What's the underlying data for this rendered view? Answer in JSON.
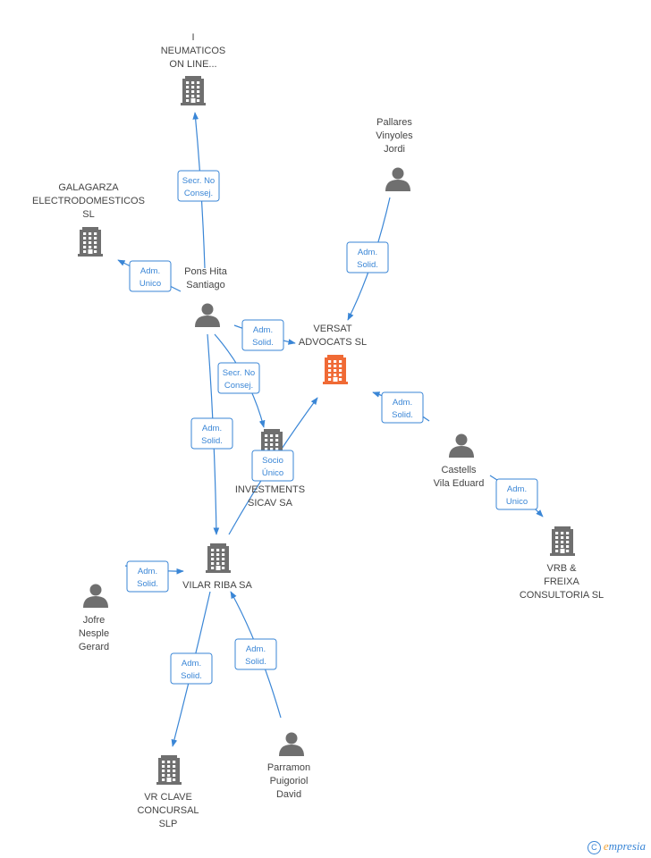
{
  "nodes": {
    "neumaticos": {
      "lines": [
        "I",
        "NEUMATICOS",
        "ON LINE..."
      ],
      "kind": "company"
    },
    "galagarza": {
      "lines": [
        "GALAGARZA",
        "ELECTRODOMESTICOS",
        "SL"
      ],
      "kind": "company"
    },
    "pallares": {
      "lines": [
        "Pallares",
        "Vinyoles",
        "Jordi"
      ],
      "kind": "person"
    },
    "pons": {
      "lines": [
        "Pons Hita",
        "Santiago"
      ],
      "kind": "person"
    },
    "versat": {
      "lines": [
        "VERSAT",
        "ADVOCATS SL"
      ],
      "kind": "company-main"
    },
    "investments": {
      "lines": [
        "INVESTMENTS",
        "SICAV SA"
      ],
      "kind": "company"
    },
    "castells": {
      "lines": [
        "Castells",
        "Vila Eduard"
      ],
      "kind": "person"
    },
    "vrb": {
      "lines": [
        "VRB &",
        "FREIXA",
        "CONSULTORIA SL"
      ],
      "kind": "company"
    },
    "vilar": {
      "lines": [
        "VILAR RIBA SA"
      ],
      "kind": "company"
    },
    "jofre": {
      "lines": [
        "Jofre",
        "Nesple",
        "Gerard"
      ],
      "kind": "person"
    },
    "vrclave": {
      "lines": [
        "VR CLAVE",
        "CONCURSAL",
        "SLP"
      ],
      "kind": "company"
    },
    "parramon": {
      "lines": [
        "Parramon",
        "Puigoriol",
        "David"
      ],
      "kind": "person"
    }
  },
  "edges": [
    {
      "from": "pons",
      "to": "neumaticos",
      "label": [
        "Secr. No",
        "Consej."
      ]
    },
    {
      "from": "pons",
      "to": "galagarza",
      "label": [
        "Adm.",
        "Unico"
      ]
    },
    {
      "from": "pallares",
      "to": "versat",
      "label": [
        "Adm.",
        "Solid."
      ]
    },
    {
      "from": "pons",
      "to": "versat",
      "label": [
        "Adm.",
        "Solid."
      ]
    },
    {
      "from": "pons",
      "to": "investments",
      "label": [
        "Secr. No",
        "Consej."
      ]
    },
    {
      "from": "pons",
      "to": "vilar",
      "label": [
        "Adm.",
        "Solid."
      ]
    },
    {
      "from": "vilar",
      "to": "versat",
      "label": [
        "Socio",
        "Único"
      ]
    },
    {
      "from": "castells",
      "to": "versat",
      "label": [
        "Adm.",
        "Solid."
      ]
    },
    {
      "from": "castells",
      "to": "vrb",
      "label": [
        "Adm.",
        "Unico"
      ]
    },
    {
      "from": "jofre",
      "to": "vilar",
      "label": [
        "Adm.",
        "Solid."
      ]
    },
    {
      "from": "vilar",
      "to": "vrclave",
      "label": [
        "Adm.",
        "Solid."
      ]
    },
    {
      "from": "parramon",
      "to": "vilar",
      "label": [
        "Adm.",
        "Solid."
      ]
    }
  ],
  "footer": {
    "copyright": "C",
    "brand_e": "e",
    "brand_rest": "mpresia"
  },
  "colors": {
    "edge": "#3a86d6",
    "icon": "#6f6f6f",
    "main": "#f06a35"
  }
}
